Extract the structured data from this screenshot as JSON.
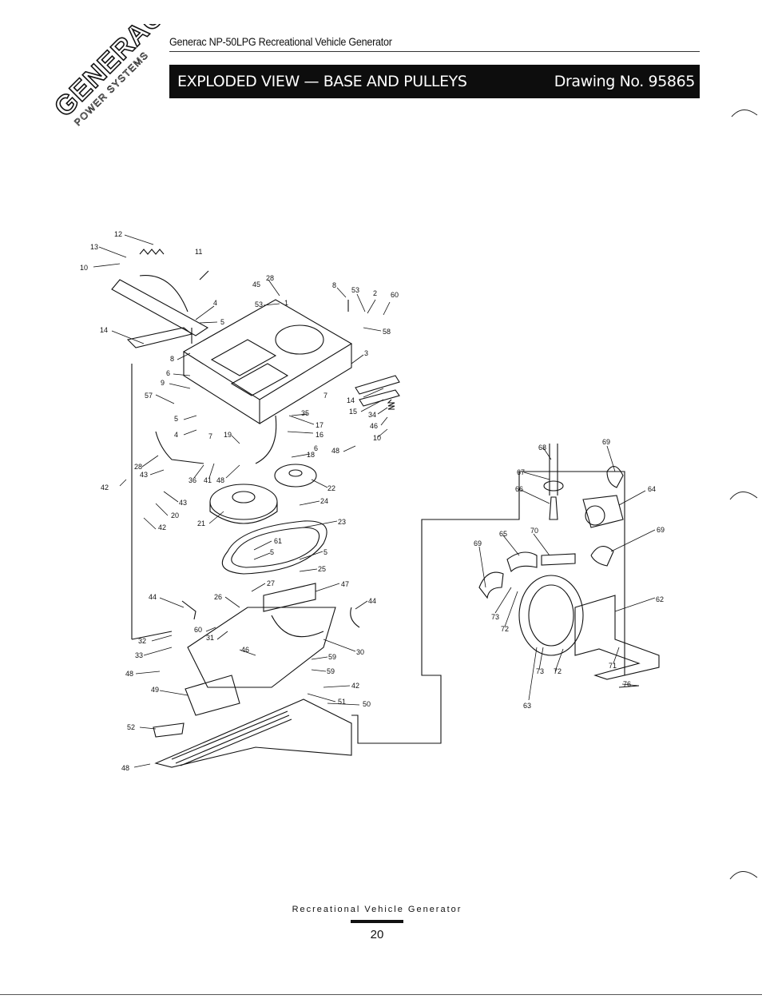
{
  "header": {
    "logo_text": "GENERAC",
    "logo_subtext": "POWER SYSTEMS",
    "document_title": "Generac NP-50LPG Recreational Vehicle Generator",
    "banner_title": "EXPLODED VIEW — BASE AND PULLEYS",
    "drawing_number": "Drawing No. 95865"
  },
  "drawing": {
    "callouts": [
      {
        "id": "c12",
        "label": "12"
      },
      {
        "id": "c13",
        "label": "13"
      },
      {
        "id": "c10a",
        "label": "10"
      },
      {
        "id": "c11",
        "label": "11"
      },
      {
        "id": "c14a",
        "label": "14"
      },
      {
        "id": "c4a",
        "label": "4"
      },
      {
        "id": "c5a",
        "label": "5"
      },
      {
        "id": "c28a",
        "label": "28"
      },
      {
        "id": "c45",
        "label": "45"
      },
      {
        "id": "c53a",
        "label": "53"
      },
      {
        "id": "c1",
        "label": "1"
      },
      {
        "id": "c8a",
        "label": "8"
      },
      {
        "id": "c53b",
        "label": "53"
      },
      {
        "id": "c2",
        "label": "2"
      },
      {
        "id": "c60a",
        "label": "60"
      },
      {
        "id": "c58",
        "label": "58"
      },
      {
        "id": "c8b",
        "label": "8"
      },
      {
        "id": "c3",
        "label": "3"
      },
      {
        "id": "c6a",
        "label": "6"
      },
      {
        "id": "c9",
        "label": "9"
      },
      {
        "id": "c57",
        "label": "57"
      },
      {
        "id": "c7a",
        "label": "7"
      },
      {
        "id": "c14b",
        "label": "14"
      },
      {
        "id": "c15",
        "label": "15"
      },
      {
        "id": "c34",
        "label": "34"
      },
      {
        "id": "c46a",
        "label": "46"
      },
      {
        "id": "c10b",
        "label": "10"
      },
      {
        "id": "c5b",
        "label": "5"
      },
      {
        "id": "c35",
        "label": "35"
      },
      {
        "id": "c17",
        "label": "17"
      },
      {
        "id": "c4b",
        "label": "4"
      },
      {
        "id": "c7b",
        "label": "7"
      },
      {
        "id": "c19",
        "label": "19"
      },
      {
        "id": "c16",
        "label": "16"
      },
      {
        "id": "c6b",
        "label": "6"
      },
      {
        "id": "c48a",
        "label": "48"
      },
      {
        "id": "c18",
        "label": "18"
      },
      {
        "id": "c28b",
        "label": "28"
      },
      {
        "id": "c43a",
        "label": "43"
      },
      {
        "id": "c36",
        "label": "36"
      },
      {
        "id": "c41",
        "label": "41"
      },
      {
        "id": "c48b",
        "label": "48"
      },
      {
        "id": "c42a",
        "label": "42"
      },
      {
        "id": "c43b",
        "label": "43"
      },
      {
        "id": "c22",
        "label": "22"
      },
      {
        "id": "c20",
        "label": "20"
      },
      {
        "id": "c24",
        "label": "24"
      },
      {
        "id": "c42b",
        "label": "42"
      },
      {
        "id": "c21",
        "label": "21"
      },
      {
        "id": "c23",
        "label": "23"
      },
      {
        "id": "c61",
        "label": "61"
      },
      {
        "id": "c5c",
        "label": "5"
      },
      {
        "id": "c5d",
        "label": "5"
      },
      {
        "id": "c25",
        "label": "25"
      },
      {
        "id": "c27",
        "label": "27"
      },
      {
        "id": "c47",
        "label": "47"
      },
      {
        "id": "c44a",
        "label": "44"
      },
      {
        "id": "c26",
        "label": "26"
      },
      {
        "id": "c44b",
        "label": "44"
      },
      {
        "id": "c60b",
        "label": "60"
      },
      {
        "id": "c31",
        "label": "31"
      },
      {
        "id": "c32",
        "label": "32"
      },
      {
        "id": "c33",
        "label": "33"
      },
      {
        "id": "c46b",
        "label": "46"
      },
      {
        "id": "c30",
        "label": "30"
      },
      {
        "id": "c59a",
        "label": "59"
      },
      {
        "id": "c48c",
        "label": "48"
      },
      {
        "id": "c59b",
        "label": "59"
      },
      {
        "id": "c42c",
        "label": "42"
      },
      {
        "id": "c49",
        "label": "49"
      },
      {
        "id": "c51",
        "label": "51"
      },
      {
        "id": "c50",
        "label": "50"
      },
      {
        "id": "c52",
        "label": "52"
      },
      {
        "id": "c48d",
        "label": "48"
      },
      {
        "id": "c68",
        "label": "68"
      },
      {
        "id": "c69a",
        "label": "69"
      },
      {
        "id": "c67",
        "label": "67"
      },
      {
        "id": "c64",
        "label": "64"
      },
      {
        "id": "c66",
        "label": "66"
      },
      {
        "id": "c69b",
        "label": "69"
      },
      {
        "id": "c65",
        "label": "65"
      },
      {
        "id": "c70",
        "label": "70"
      },
      {
        "id": "c69c",
        "label": "69"
      },
      {
        "id": "c62",
        "label": "62"
      },
      {
        "id": "c73a",
        "label": "73"
      },
      {
        "id": "c72a",
        "label": "72"
      },
      {
        "id": "c71",
        "label": "71"
      },
      {
        "id": "c73b",
        "label": "73"
      },
      {
        "id": "c72b",
        "label": "72"
      },
      {
        "id": "c76",
        "label": "76"
      },
      {
        "id": "c63",
        "label": "63"
      }
    ]
  },
  "footer": {
    "caption": "Recreational Vehicle Generator",
    "page_number": "20"
  }
}
